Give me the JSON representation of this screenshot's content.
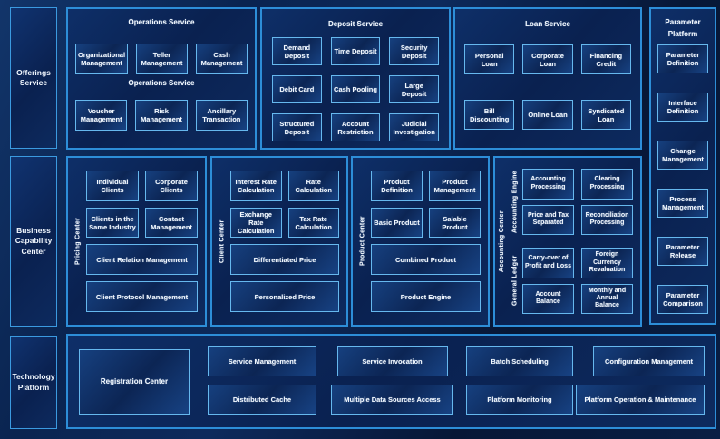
{
  "rails": {
    "offerings_label": "Offerings Service",
    "business_label": "Business Capability Center",
    "technology_label": "Technology Platform"
  },
  "operations_service": {
    "title": "Operations Service",
    "mid_label": "Operations Service",
    "items": [
      "Organizational Management",
      "Teller Management",
      "Cash Management",
      "Voucher Management",
      "Risk Management",
      "Ancillary Transaction"
    ]
  },
  "deposit_service": {
    "title": "Deposit Service",
    "items": [
      "Demand Deposit",
      "Time Deposit",
      "Security Deposit",
      "Debit Card",
      "Cash Pooling",
      "Large Deposit",
      "Structured Deposit",
      "Account Restriction",
      "Judicial Investigation"
    ]
  },
  "loan_service": {
    "title": "Loan Service",
    "items": [
      "Personal Loan",
      "Corporate Loan",
      "Financing Credit",
      "Bill Discounting",
      "Online Loan",
      "Syndicated Loan"
    ]
  },
  "parameter_platform": {
    "title": "Parameter Platform",
    "items": [
      "Parameter Definition",
      "Interface Definition",
      "Change Management",
      "Process Management",
      "Parameter Release",
      "Parameter Comparison"
    ]
  },
  "pricing_center": {
    "label": "Pricing Center",
    "items": [
      "Individual Clients",
      "Corporate Clients",
      "Clients in the Same Industry",
      "Contact Management",
      "Client Relation Management",
      "Client Protocol Management"
    ]
  },
  "client_center": {
    "label": "Client Center",
    "items": [
      "Interest Rate Calculation",
      "Rate Calculation",
      "Exchange Rate Calculation",
      "Tax Rate Calculation",
      "Differentiated Price",
      "Personalized Price"
    ]
  },
  "product_center": {
    "label": "Product Center",
    "items": [
      "Product Definition",
      "Product Management",
      "Basic Product",
      "Salable Product",
      "Combined Product",
      "Product Engine"
    ]
  },
  "accounting_center": {
    "label": "Accounting Center",
    "engine_label": "Accounting Engine",
    "engine_items": [
      "Accounting Processing",
      "Clearing Processing",
      "Price and Tax Separated",
      "Reconciliation Processing"
    ],
    "ledger_label": "General Ledger",
    "ledger_items": [
      "Carry-over of Profit and Loss",
      "Foreign Currency Revaluation",
      "Account Balance",
      "Monthly and Annual Balance"
    ]
  },
  "technology_platform": {
    "registration": "Registration Center",
    "items": [
      "Service Management",
      "Distributed Cache",
      "Service Invocation",
      "Multiple Data Sources Access",
      "Batch Scheduling",
      "Platform Monitoring",
      "Configuration Management",
      "Platform Operation & Maintenance"
    ]
  },
  "colors": {
    "background": "#0a2450",
    "panel_fill": "#0a2150",
    "panel_border": "#2d8ed8",
    "box_border": "#66b8ee",
    "text": "#f2f8ff"
  }
}
